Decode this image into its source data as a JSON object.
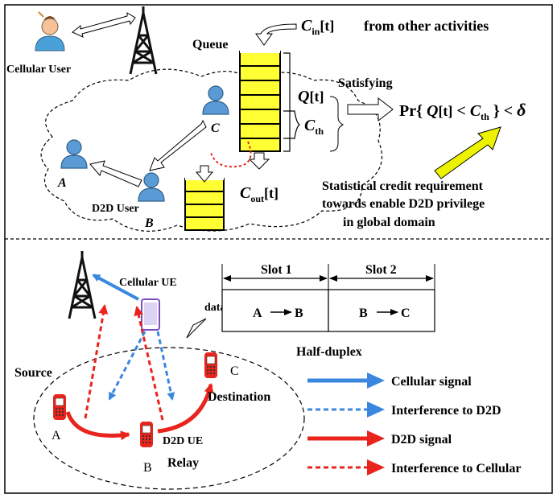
{
  "top": {
    "cellular_user": "Cellular User",
    "queue": "Queue",
    "cin_symbol": "C",
    "cin_sub": "in",
    "cin_rest": "[t]",
    "cin_note": "from other activities",
    "q_symbol": "Q",
    "q_rest": "[t]",
    "cth_symbol": "C",
    "cth_sub": "th",
    "cout_symbol": "C",
    "cout_sub": "out",
    "cout_rest": "[t]",
    "satisfying": "Satisfying",
    "formula": {
      "prefix": "Pr{ ",
      "q": "Q",
      "t": "[t]",
      "lt1": " < ",
      "c": "C",
      "c_sub": "th",
      "close": " } < ",
      "delta": "δ"
    },
    "users": {
      "a": "A",
      "b": "B",
      "c": "C",
      "d2d_user": "D2D User"
    },
    "credit_lines": [
      "Statistical credit requirement",
      "towards enable D2D privilege",
      "in global domain"
    ]
  },
  "bottom": {
    "cellular_ue": "Cellular UE",
    "data": "data",
    "slot1": "Slot  1",
    "slot2": "Slot  2",
    "cell1_from": "A",
    "cell1_to": "B",
    "cell2_from": "B",
    "cell2_to": "C",
    "half_duplex": "Half-duplex",
    "source": "Source",
    "destination": "Destination",
    "relay": "Relay",
    "d2d_ue": "D2D UE",
    "node_a": "A",
    "node_b": "B",
    "node_c": "C",
    "legend": [
      {
        "label": "Cellular signal",
        "color": "#3a87e0",
        "style": "solid"
      },
      {
        "label": "Interference to D2D",
        "color": "#3a87e0",
        "style": "dashed"
      },
      {
        "label": "D2D signal",
        "color": "#e8241c",
        "style": "solid"
      },
      {
        "label": "Interference to Cellular",
        "color": "#e8241c",
        "style": "dashed"
      }
    ]
  },
  "colors": {
    "queue_fill": "#ffff33",
    "blue": "#3a87e0",
    "red": "#e8241c",
    "yellow_arrow": "#ecf200",
    "user_blue": "#5b9bd5"
  }
}
